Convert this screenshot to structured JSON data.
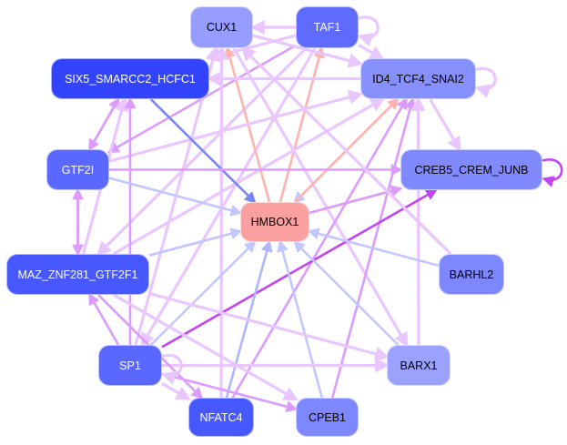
{
  "nodes": [
    {
      "id": "CUX1",
      "label": "CUX1",
      "fill": "#969dfe",
      "text": "#000000"
    },
    {
      "id": "TAF1",
      "label": "TAF1",
      "fill": "#5f6bff",
      "text": "#ffffff"
    },
    {
      "id": "SIX5",
      "label": "SIX5_SMARCC2_HCFC1",
      "fill": "#3344ff",
      "text": "#ffffff"
    },
    {
      "id": "ID4",
      "label": "ID4_TCF4_SNAI2",
      "fill": "#8690fe",
      "text": "#000000"
    },
    {
      "id": "GTF2I",
      "label": "GTF2I",
      "fill": "#5b68ff",
      "text": "#ffffff"
    },
    {
      "id": "CREB5",
      "label": "CREB5_CREM_JUNB",
      "fill": "#8189ff",
      "text": "#000000"
    },
    {
      "id": "HMBOX1",
      "label": "HMBOX1",
      "fill": "#fba0a0",
      "text": "#000000"
    },
    {
      "id": "MAZ",
      "label": "MAZ_ZNF281_GTF2F1",
      "fill": "#4858ff",
      "text": "#ffffff"
    },
    {
      "id": "BARHL2",
      "label": "BARHL2",
      "fill": "#7d87ff",
      "text": "#000000"
    },
    {
      "id": "SP1",
      "label": "SP1",
      "fill": "#5b68ff",
      "text": "#ffffff"
    },
    {
      "id": "BARX1",
      "label": "BARX1",
      "fill": "#9ba2fe",
      "text": "#000000"
    },
    {
      "id": "NFATC4",
      "label": "NFATC4",
      "fill": "#4858ff",
      "text": "#ffffff"
    },
    {
      "id": "CPEB1",
      "label": "CPEB1",
      "fill": "#7d87ff",
      "text": "#000000"
    }
  ],
  "edge_colors": {
    "light": "#e9c6ff",
    "medium": "#dc9cff",
    "purple": "#c444f2",
    "bluelight": "#c2c8ff",
    "blue": "#7686f4",
    "blue2": "#afb6ff",
    "salmon": "#ffb4b0"
  },
  "edges": [
    [
      "TAF1",
      "CUX1",
      "light"
    ],
    [
      "TAF1",
      "TAF1",
      "light"
    ],
    [
      "TAF1",
      "ID4",
      "light"
    ],
    [
      "TAF1",
      "SIX5",
      "light"
    ],
    [
      "TAF1",
      "GTF2I",
      "medium"
    ],
    [
      "TAF1",
      "MAZ",
      "light"
    ],
    [
      "TAF1",
      "SP1",
      "light"
    ],
    [
      "HMBOX1",
      "TAF1",
      "salmon"
    ],
    [
      "HMBOX1",
      "CUX1",
      "salmon"
    ],
    [
      "CUX1",
      "ID4",
      "light"
    ],
    [
      "CUX1",
      "BARX1",
      "light"
    ],
    [
      "SP1",
      "CUX1",
      "light"
    ],
    [
      "NFATC4",
      "CUX1",
      "light"
    ],
    [
      "ID4",
      "ID4",
      "light"
    ],
    [
      "ID4",
      "SIX5",
      "light"
    ],
    [
      "ID4",
      "CREB5",
      "light"
    ],
    [
      "ID4",
      "HMBOX1",
      "bluelight"
    ],
    [
      "HMBOX1",
      "ID4",
      "salmon"
    ],
    [
      "GTF2I",
      "ID4",
      "light"
    ],
    [
      "MAZ",
      "ID4",
      "light"
    ],
    [
      "NFATC4",
      "ID4",
      "medium"
    ],
    [
      "CPEB1",
      "ID4",
      "medium"
    ],
    [
      "BARX1",
      "ID4",
      "light"
    ],
    [
      "SIX5",
      "HMBOX1",
      "blue"
    ],
    [
      "SIX5",
      "GTF2I",
      "medium"
    ],
    [
      "GTF2I",
      "SIX5",
      "medium"
    ],
    [
      "MAZ",
      "SIX5",
      "light"
    ],
    [
      "SP1",
      "SIX5",
      "medium"
    ],
    [
      "GTF2I",
      "CREB5",
      "medium"
    ],
    [
      "GTF2I",
      "HMBOX1",
      "bluelight"
    ],
    [
      "GTF2I",
      "MAZ",
      "medium"
    ],
    [
      "MAZ",
      "GTF2I",
      "medium"
    ],
    [
      "CREB5",
      "CREB5",
      "purple"
    ],
    [
      "HMBOX1",
      "CREB5",
      "salmon"
    ],
    [
      "MAZ",
      "CREB5",
      "medium"
    ],
    [
      "SP1",
      "CREB5",
      "purple"
    ],
    [
      "MAZ",
      "HMBOX1",
      "bluelight"
    ],
    [
      "SP1",
      "HMBOX1",
      "bluelight"
    ],
    [
      "NFATC4",
      "HMBOX1",
      "blue2"
    ],
    [
      "CPEB1",
      "HMBOX1",
      "bluelight"
    ],
    [
      "BARX1",
      "HMBOX1",
      "bluelight"
    ],
    [
      "BARHL2",
      "HMBOX1",
      "bluelight"
    ],
    [
      "BARHL2",
      "CUX1",
      "light"
    ],
    [
      "SP1",
      "MAZ",
      "medium"
    ],
    [
      "MAZ",
      "BARX1",
      "light"
    ],
    [
      "SP1",
      "BARX1",
      "light"
    ],
    [
      "SP1",
      "CPEB1",
      "medium"
    ],
    [
      "SP1",
      "NFATC4",
      "light"
    ],
    [
      "MAZ",
      "CPEB1",
      "light"
    ],
    [
      "MAZ",
      "NFATC4",
      "medium"
    ],
    [
      "SP1",
      "SP1",
      "light"
    ]
  ]
}
